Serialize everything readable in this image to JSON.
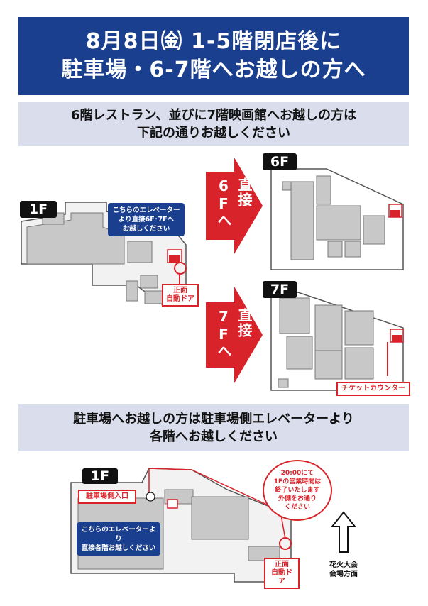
{
  "header": {
    "line1": "8月8日㈮ 1-5階閉店後に",
    "line2": "駐車場・6-7階へお越しの方へ"
  },
  "section1": {
    "line1": "6階レストラン、並びに7階映画館へお越しの方は",
    "line2": "下記の通りお越しください"
  },
  "map_top": {
    "floor_1f": "1F",
    "callout": [
      "こちらのエレベーター",
      "より直接6F･7Fへ",
      "お越しください"
    ],
    "door_label": [
      "正面",
      "自動ドア"
    ],
    "arrow_6f": "直接6Fへ",
    "arrow_7f": "直接7Fへ",
    "floor_6f": "6F",
    "floor_7f": "7F",
    "ticket_label": "チケットカウンター"
  },
  "section2": {
    "line1": "駐車場へお越しの方は駐車場側エレベーターより",
    "line2": "各階へお越しください"
  },
  "map_bottom": {
    "floor_1f": "1F",
    "parking_entrance": "駐車場側入口",
    "callout": [
      "こちらのエレベーターより",
      "直接各階お越しください"
    ],
    "notice": [
      "20:00にて",
      "1Fの営業時間は",
      "終了いたします",
      "外側をお通り",
      "ください"
    ],
    "door_label": [
      "正面",
      "自動ドア"
    ],
    "direction": [
      "花火大会",
      "会場方面"
    ]
  },
  "colors": {
    "header_bg": "#1a3f8f",
    "section_bg": "#d9ddec",
    "accent_red": "#d8232a",
    "map_fill": "#c8c8c8"
  }
}
